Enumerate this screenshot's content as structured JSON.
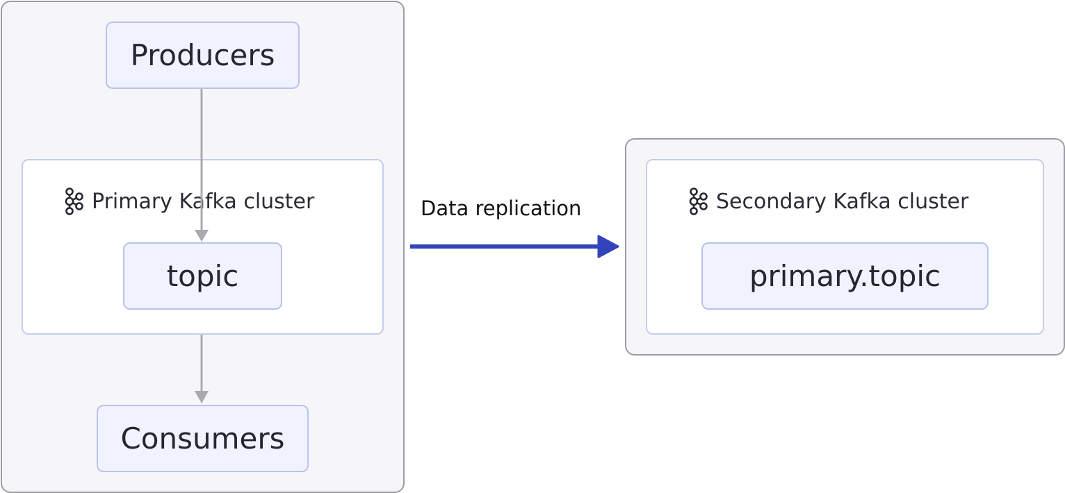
{
  "primary_side": {
    "producers": "Producers",
    "cluster_label": "Primary Kafka cluster",
    "topic": "topic",
    "consumers": "Consumers"
  },
  "replication": {
    "label": "Data replication",
    "color": "#3344bb"
  },
  "secondary_side": {
    "cluster_label": "Secondary Kafka cluster",
    "topic": "primary.topic"
  },
  "icons": {
    "cluster": "kafka-icon"
  },
  "colors": {
    "node_fill": "#f0f3fe",
    "node_border": "#b9c2ee",
    "group_fill": "#f6f6f9",
    "flow_arrow": "#a9a9ae"
  }
}
